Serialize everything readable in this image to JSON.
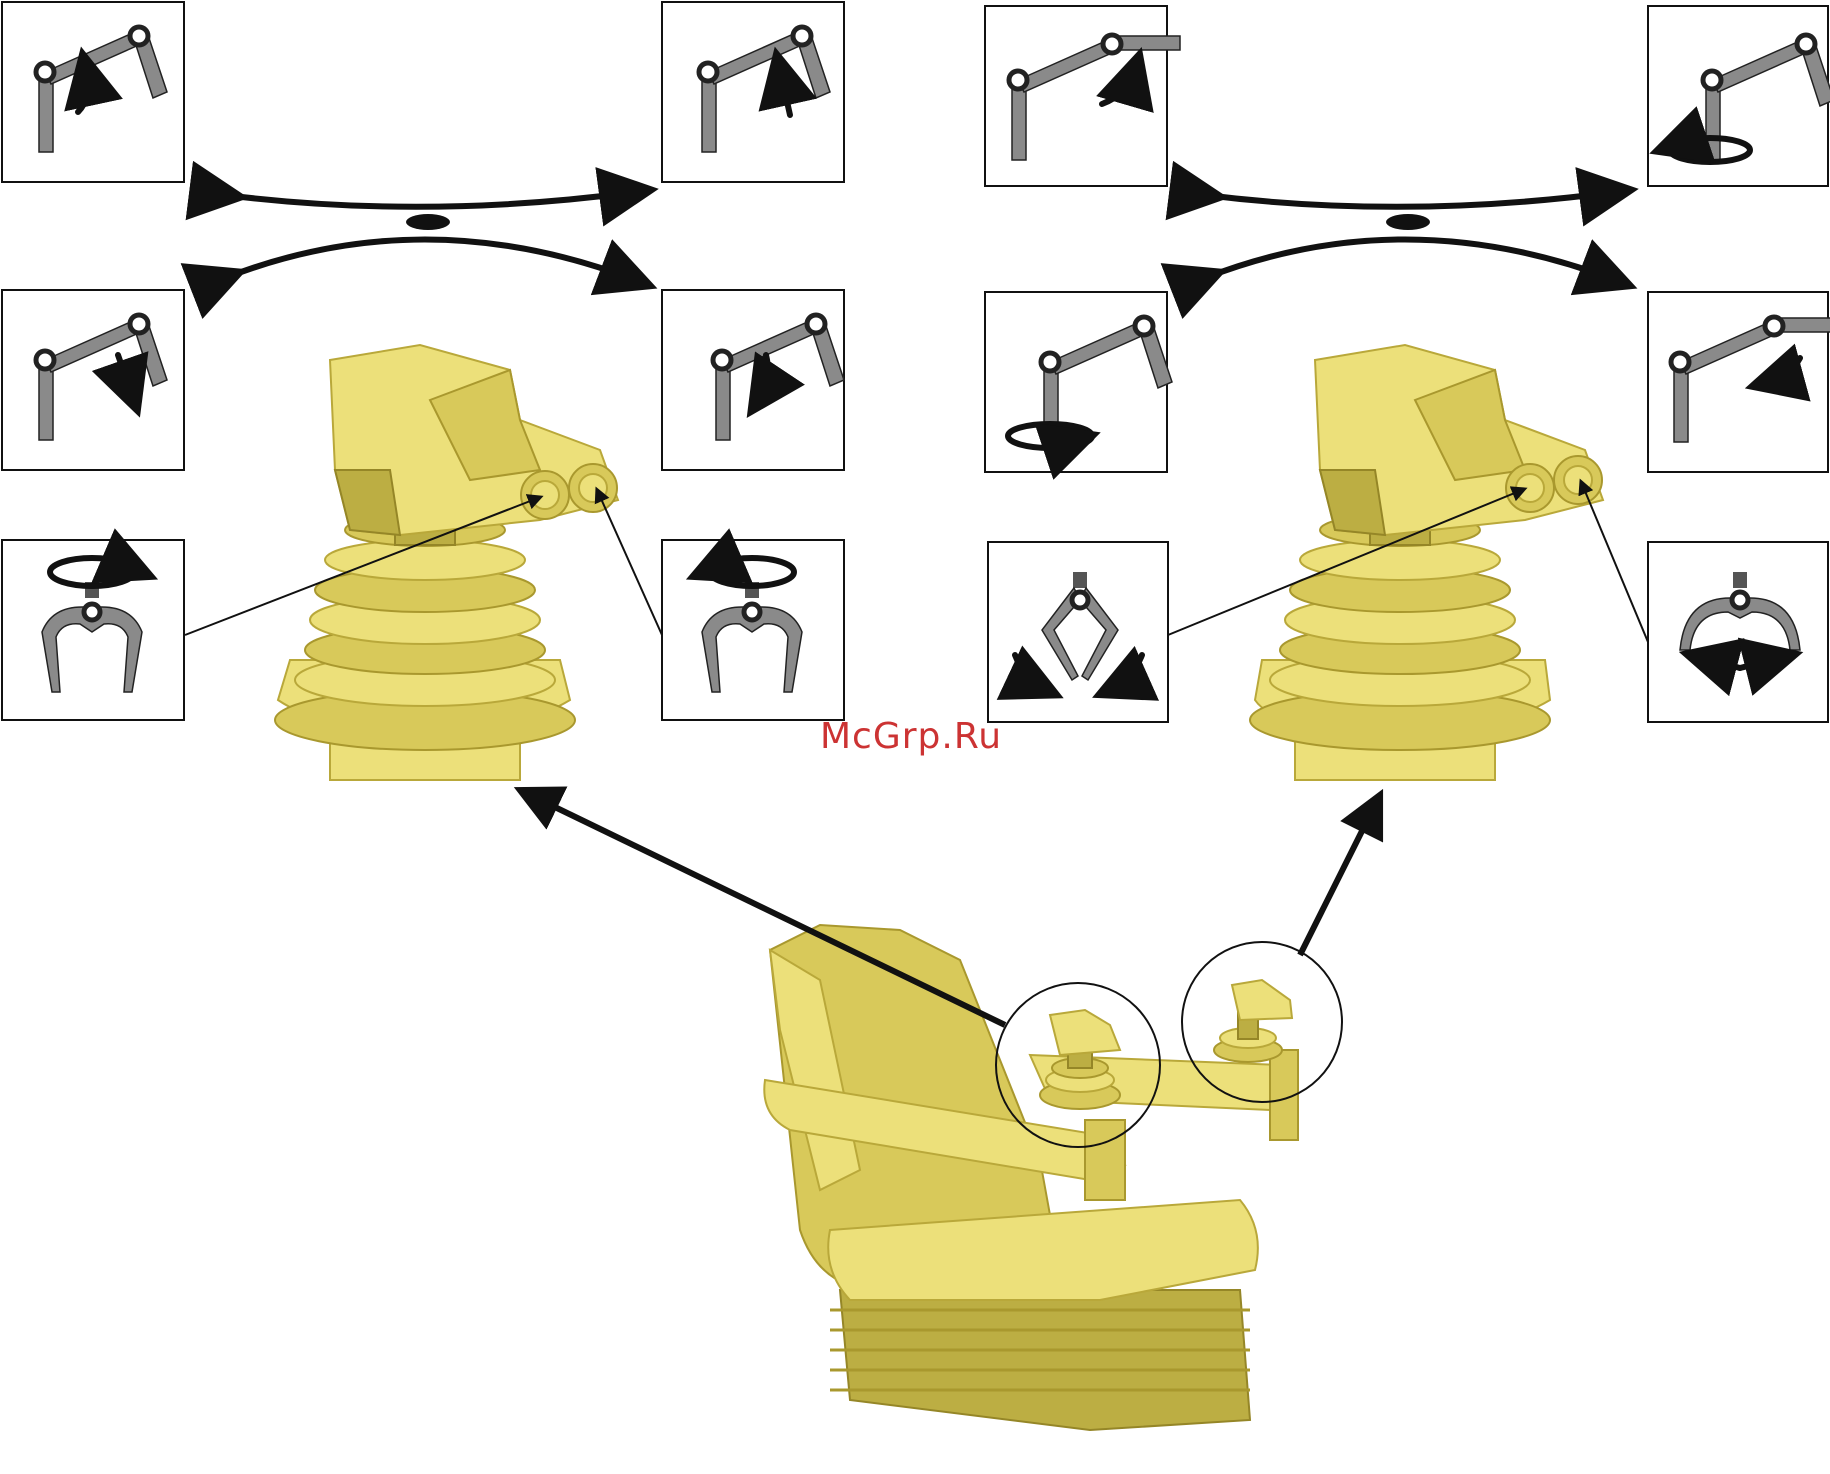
{
  "watermark": {
    "text": "McGrp.Ru",
    "color": "#cc3333"
  },
  "colors": {
    "joystick": "#ece07a",
    "joystick_shadow": "#bcae43",
    "symbol_fill": "#8a8a8a",
    "line": "#111111"
  },
  "joysticks": [
    {
      "id": "left",
      "symbols": [
        "boom-up-icon",
        "dipper-in-icon",
        "boom-down-icon",
        "dipper-out-icon",
        "rotate-left-icon",
        "rotate-right-icon"
      ]
    },
    {
      "id": "right",
      "symbols": [
        "stick-up-icon",
        "slew-left-icon",
        "stick-down-icon",
        "slew-right-icon",
        "grab-close-icon",
        "grab-open-icon"
      ]
    }
  ]
}
